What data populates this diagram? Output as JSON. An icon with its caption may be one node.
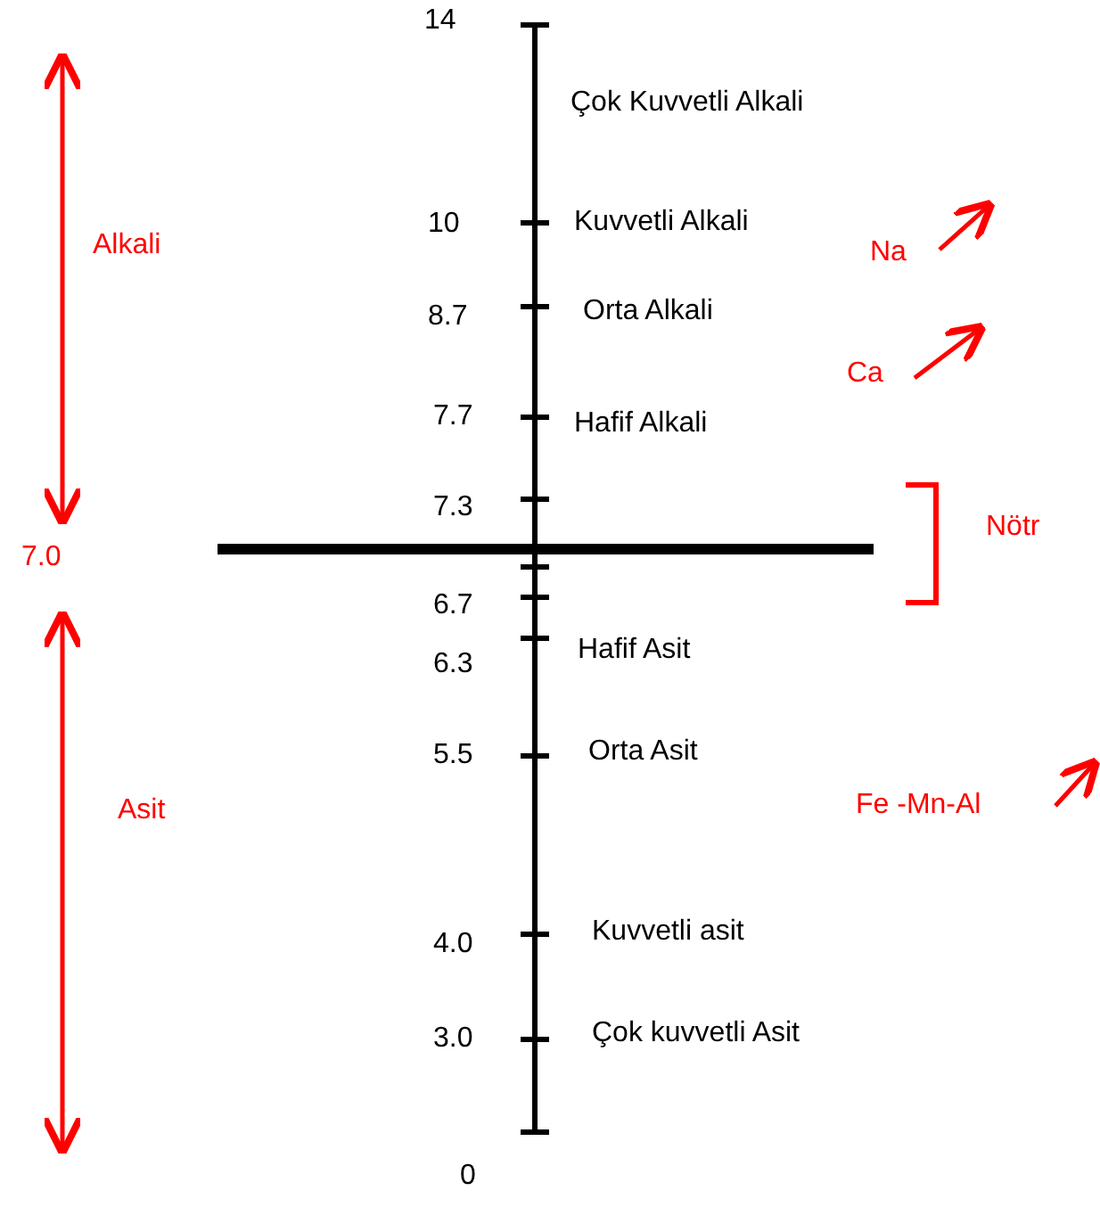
{
  "diagram": {
    "labels": [
      "14",
      "Alkali",
      "Çok Kuvvetli Alkali",
      "10",
      "Kuvvetli Alkali",
      "Na",
      "8.7",
      "Orta Alkali",
      "Ca",
      "7.7",
      "Hafif Alkali",
      "7.3",
      "Nötr",
      "7.0",
      "6.7",
      "6.3",
      "Hafif Asit",
      "5.5",
      "Orta Asit",
      "Asit",
      "Fe -Mn-Al",
      "4.0",
      "Kuvvetli asit",
      "3.0",
      "Çok kuvvetli Asit",
      "0"
    ]
  }
}
